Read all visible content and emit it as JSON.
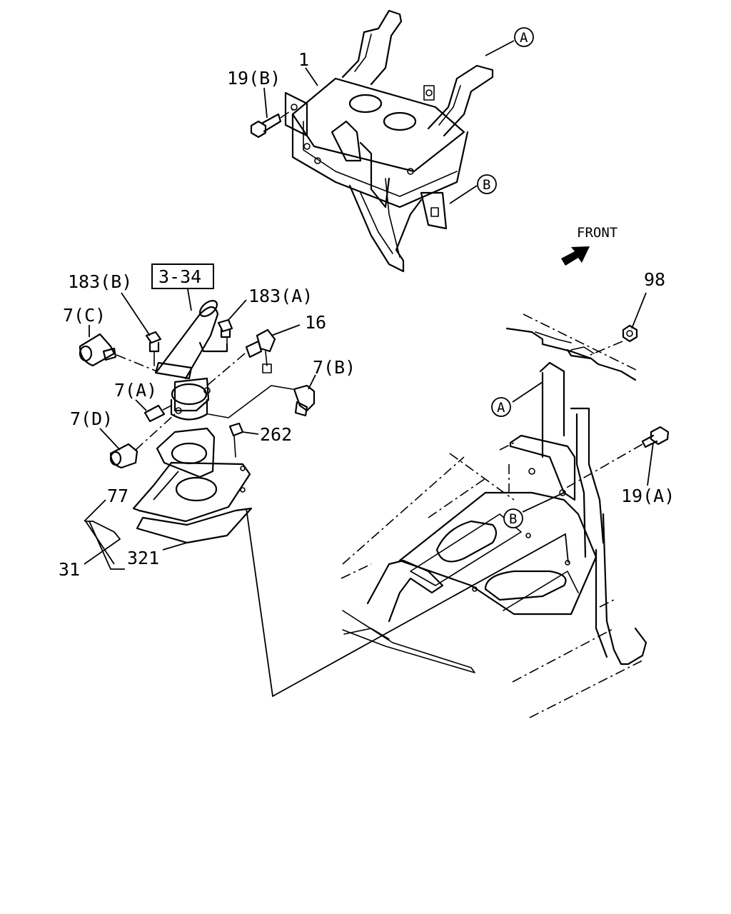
{
  "labels": {
    "p1": "1",
    "p19b": "19(B)",
    "pA_top": "A",
    "pB_top": "B",
    "front": "FRONT",
    "p98": "98",
    "p183b": "183(B)",
    "ref334": "3-34",
    "p183a": "183(A)",
    "p16": "16",
    "p7c": "7(C)",
    "p7b": "7(B)",
    "p7a": "7(A)",
    "p7d": "7(D)",
    "p262": "262",
    "pA_mid": "A",
    "p19a": "19(A)",
    "p77": "77",
    "pB_mid": "B",
    "p31": "31",
    "p321": "321"
  }
}
